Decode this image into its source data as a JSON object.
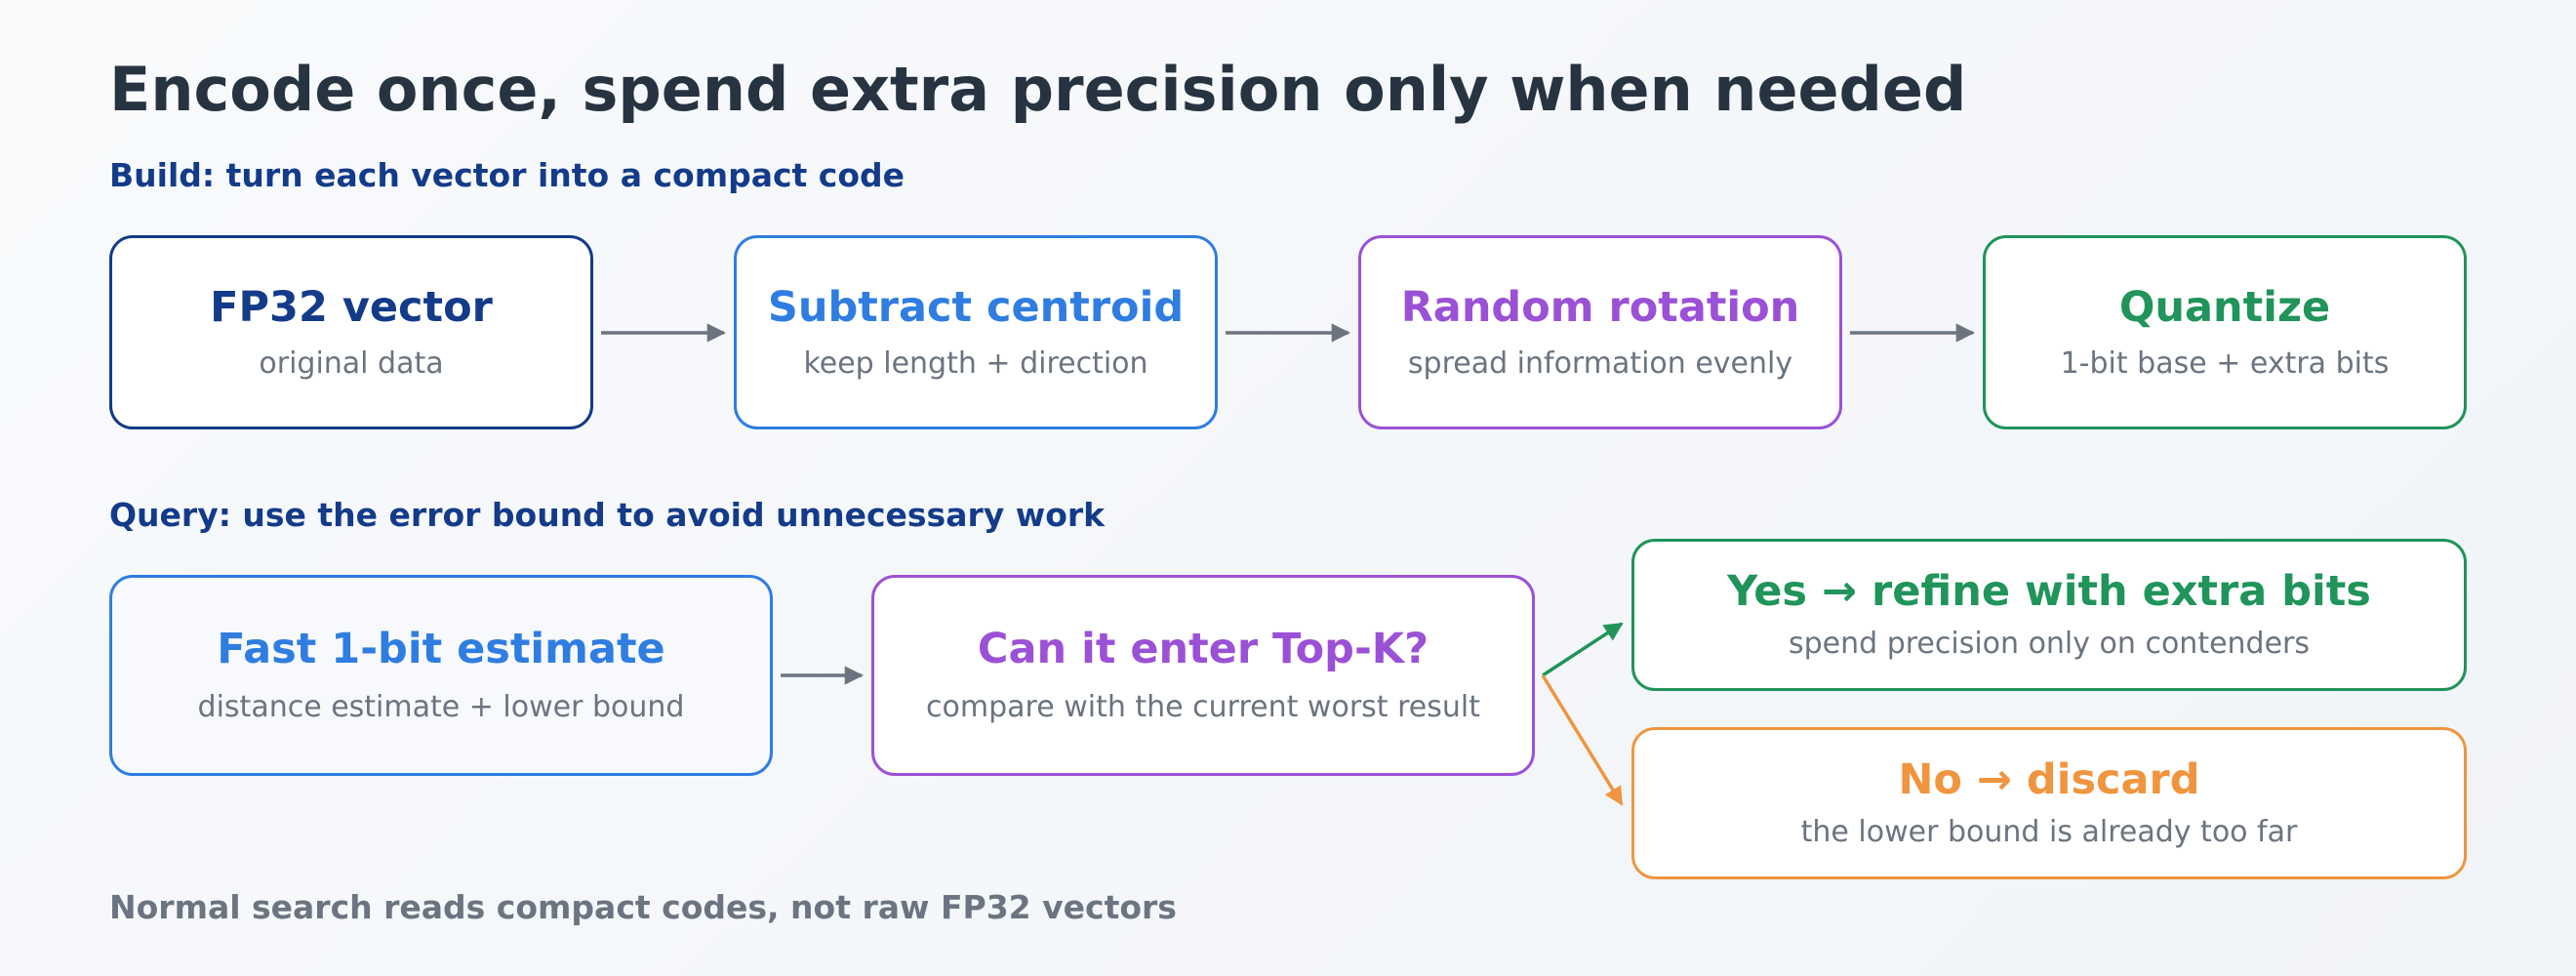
{
  "title": "Encode once, spend extra precision only when needed",
  "build": {
    "label": "Build: turn each vector into a compact code",
    "steps": [
      {
        "title": "FP32 vector",
        "subtitle": "original data",
        "color": "#133b8a"
      },
      {
        "title": "Subtract centroid",
        "subtitle": "keep length + direction",
        "color": "#2f7de1"
      },
      {
        "title": "Random rotation",
        "subtitle": "spread information evenly",
        "color": "#9b51d6"
      },
      {
        "title": "Quantize",
        "subtitle": "1-bit base + extra bits",
        "color": "#20945a"
      }
    ]
  },
  "query": {
    "label": "Query: use the error bound to avoid unnecessary work",
    "estimate": {
      "title": "Fast 1-bit estimate",
      "subtitle": "distance estimate + lower bound",
      "color": "#2f7de1"
    },
    "decision": {
      "title": "Can it enter Top-K?",
      "subtitle": "compare with the current worst result",
      "color": "#9b51d6"
    },
    "yes": {
      "title": "Yes  →  refine with extra bits",
      "subtitle": "spend precision only on contenders",
      "color": "#20945a"
    },
    "no": {
      "title": "No  →  discard",
      "subtitle": "the lower bound is already too far",
      "color": "#f0953f"
    }
  },
  "footer": "Normal search reads compact codes, not raw FP32 vectors",
  "colors": {
    "title": "#283341",
    "section_label": "#133b8a",
    "muted_text": "#6b7480",
    "arrow_gray": "#6b7480"
  }
}
